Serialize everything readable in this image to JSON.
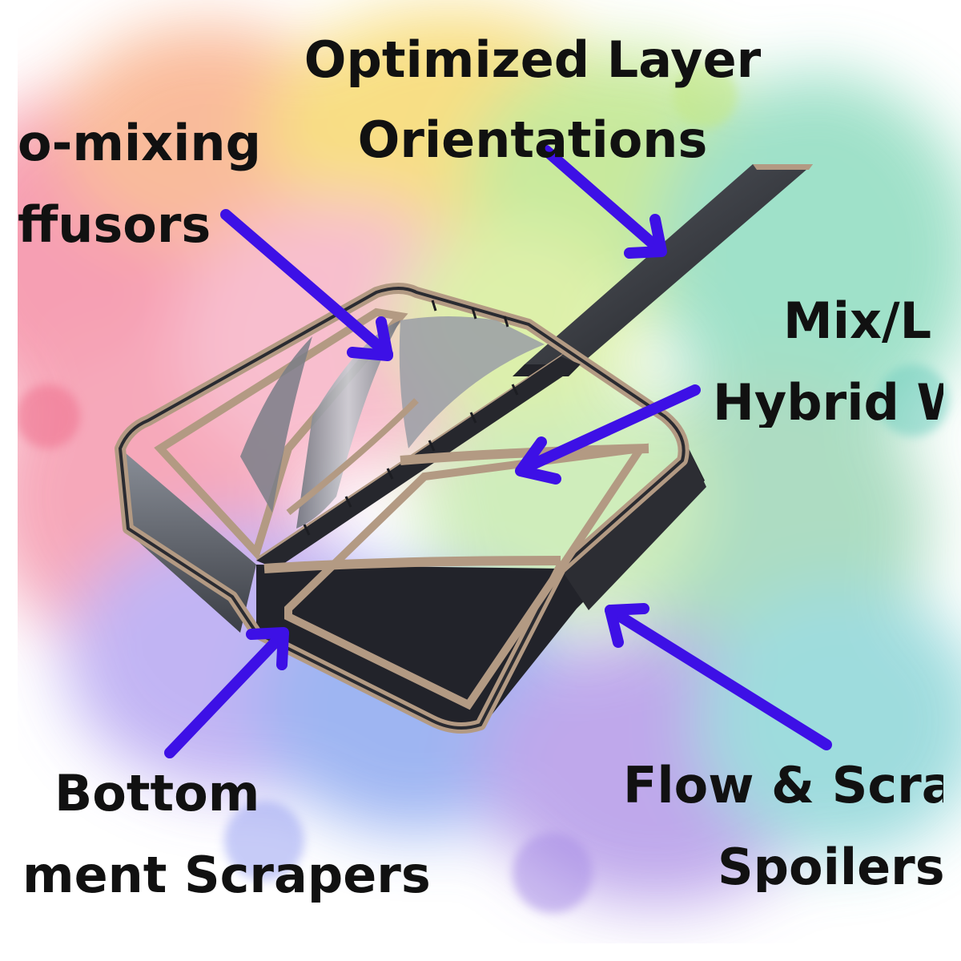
{
  "labels": {
    "layer": {
      "line1": "Optimized Layer",
      "line2": "Orientations"
    },
    "diffusors": {
      "line1": "o-mixing",
      "line2": "ffusors"
    },
    "hybrid": {
      "line1": "Mix/L",
      "line2": "Hybrid W"
    },
    "bottom": {
      "line1": "Bottom",
      "line2": "ment Scrapers"
    },
    "flow": {
      "line1": "Flow & Scra",
      "line2": "Spoilers"
    }
  },
  "colors": {
    "arrow": "#3d10e6",
    "text": "#111111",
    "frame_dark": "#1c1d22",
    "frame_mid": "#5b5f68",
    "frame_rim": "#b39a83"
  }
}
